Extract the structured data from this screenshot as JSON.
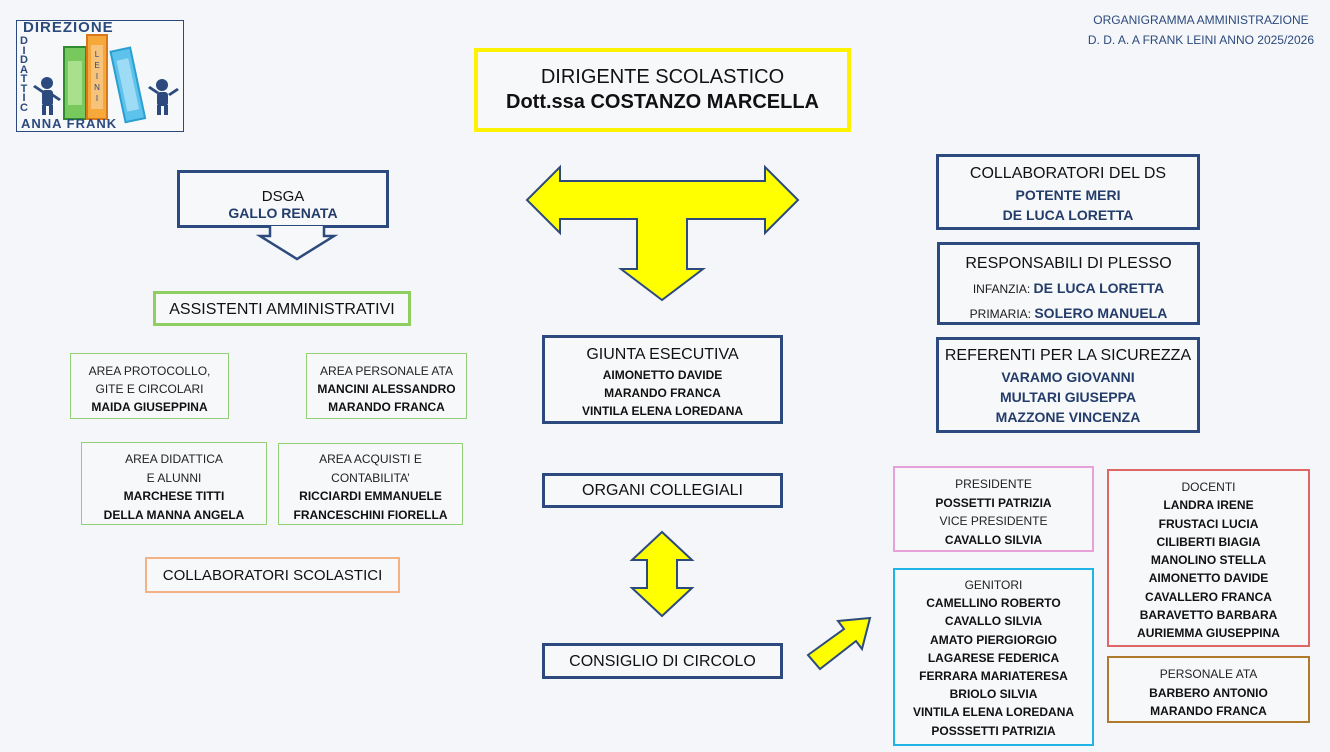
{
  "logo": {
    "line1": "DIREZIONE",
    "side": [
      "D",
      "I",
      "D",
      "A",
      "T",
      "T",
      "I",
      "C"
    ],
    "book_text": [
      "L",
      "E",
      "I",
      "N",
      "I"
    ],
    "line2": "ANNA FRANK"
  },
  "header": {
    "line1": "ORGANIGRAMMA AMMINISTRAZIONE",
    "line2": "D. D. A. A FRANK LEINI ANNO 2025/2026"
  },
  "dirigente": {
    "title": "DIRIGENTE SCOLASTICO",
    "name": "Dott.ssa COSTANZO MARCELLA"
  },
  "dsga": {
    "title": "DSGA",
    "name": "GALLO RENATA"
  },
  "assistenti": {
    "title": "ASSISTENTI AMMINISTRATIVI"
  },
  "area_protocollo": {
    "title1": "AREA PROTOCOLLO,",
    "title2": "GITE E CIRCOLARI",
    "name": "MAIDA GIUSEPPINA"
  },
  "area_personale": {
    "title": "AREA PERSONALE ATA",
    "names": [
      "MANCINI ALESSANDRO",
      "MARANDO FRANCA"
    ]
  },
  "area_didattica": {
    "title1": "AREA DIDATTICA",
    "title2": "E ALUNNI",
    "names": [
      "MARCHESE TITTI",
      "DELLA MANNA ANGELA"
    ]
  },
  "area_acquisti": {
    "title1": "AREA ACQUISTI E",
    "title2": "CONTABILITA’",
    "names": [
      "RICCIARDI EMMANUELE",
      "FRANCESCHINI FIORELLA"
    ]
  },
  "collaboratori_scolastici": {
    "title": "COLLABORATORI SCOLASTICI"
  },
  "giunta": {
    "title": "GIUNTA ESECUTIVA",
    "names": [
      "AIMONETTO DAVIDE",
      "MARANDO FRANCA",
      "VINTILA ELENA LOREDANA"
    ]
  },
  "organi": {
    "title": "ORGANI COLLEGIALI"
  },
  "consiglio": {
    "title": "CONSIGLIO DI CIRCOLO"
  },
  "collaboratori_ds": {
    "title": "COLLABORATORI DEL DS",
    "names": [
      "POTENTE MERI",
      "DE LUCA LORETTA"
    ]
  },
  "responsabili": {
    "title": "RESPONSABILI DI PLESSO",
    "rows": [
      {
        "label": "INFANZIA: ",
        "name": "DE LUCA LORETTA"
      },
      {
        "label": "PRIMARIA: ",
        "name": "SOLERO MANUELA"
      }
    ]
  },
  "referenti": {
    "title": "REFERENTI PER LA SICUREZZA",
    "names": [
      "VARAMO GIOVANNI",
      "MULTARI GIUSEPPA",
      "MAZZONE VINCENZA"
    ]
  },
  "presidente": {
    "title": "PRESIDENTE",
    "name": "POSSETTI PATRIZIA",
    "vice_title": "VICE PRESIDENTE",
    "vice_name": "CAVALLO SILVIA"
  },
  "genitori": {
    "title": "GENITORI",
    "names": [
      "CAMELLINO ROBERTO",
      "CAVALLO SILVIA",
      "AMATO PIERGIORGIO",
      "LAGARESE FEDERICA",
      "FERRARA MARIATERESA",
      "BRIOLO SILVIA",
      "VINTILA ELENA LOREDANA",
      "POSSSETTI PATRIZIA"
    ]
  },
  "docenti": {
    "title": "DOCENTI",
    "names": [
      "LANDRA IRENE",
      "FRUSTACI LUCIA",
      "CILIBERTI BIAGIA",
      "MANOLINO STELLA",
      "AIMONETTO DAVIDE",
      "CAVALLERO FRANCA",
      "BARAVETTO BARBARA",
      "AURIEMMA GIUSEPPINA"
    ]
  },
  "personale_ata": {
    "title": "PERSONALE ATA",
    "names": [
      "BARBERO ANTONIO",
      "MARANDO FRANCA"
    ]
  },
  "colors": {
    "navy": "#2c4a7d",
    "yellow": "#fff200",
    "green": "#92cf76",
    "orange": "#f4b183",
    "pink": "#e8a0d8",
    "cyan": "#1fb4e6",
    "red": "#e06666",
    "brown": "#b07a2e"
  }
}
